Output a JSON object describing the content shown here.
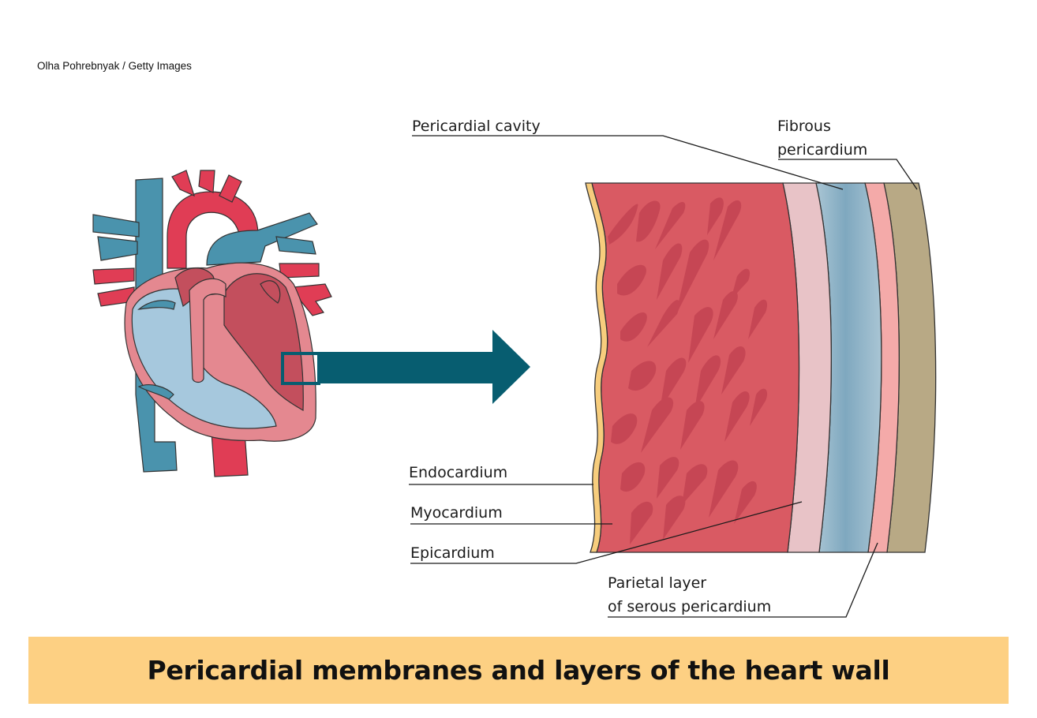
{
  "credit": "Olha Pohrebnyak / Getty Images",
  "title": "Pericardial membranes and layers of the heart wall",
  "labels": {
    "pericardial_cavity": "Pericardial cavity",
    "fibrous_line1": "Fibrous",
    "fibrous_line2": "pericardium",
    "endocardium": "Endocardium",
    "myocardium": "Myocardium",
    "epicardium": "Epicardium",
    "parietal_line1": "Parietal layer",
    "parietal_line2": "of serous pericardium"
  },
  "colors": {
    "banner": "#fdd083",
    "arrow": "#075d70",
    "myocardium": "#d95a63",
    "myocardium_fiber": "#c34352",
    "epicardium": "#e8c3c7",
    "pericardial_cavity": "#8fb4c9",
    "parietal_layer": "#f4aaa9",
    "fibrous_pericardium": "#b8a985",
    "endocardium": "#f7cd7d",
    "vein_blue": "#4a93ad",
    "artery_red": "#e03d55",
    "heart_light_blue": "#a6c8dd",
    "heart_pink": "#e48890"
  }
}
